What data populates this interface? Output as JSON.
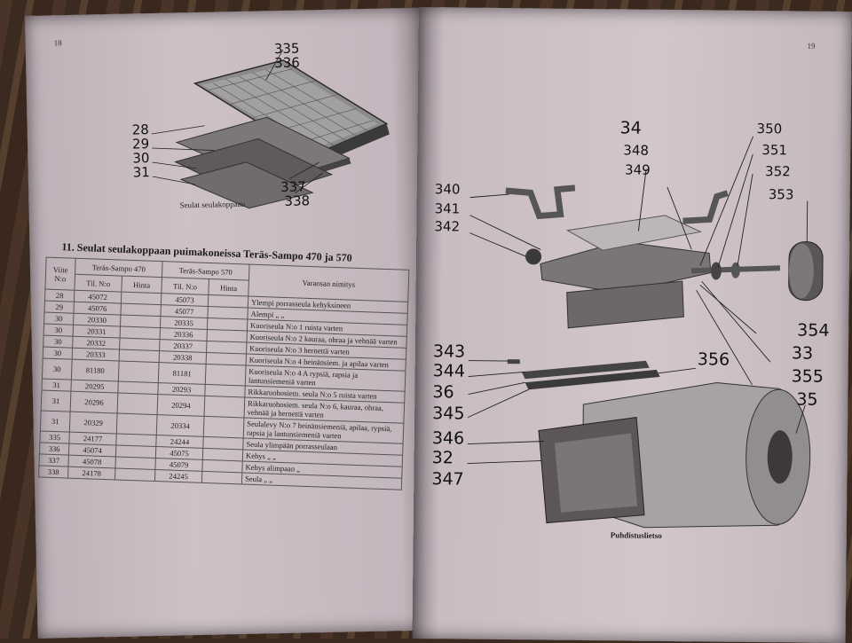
{
  "left_page": {
    "page_number": "18",
    "figure": {
      "caption": "Seulat seulakoppaan",
      "callouts": [
        "335",
        "336",
        "28",
        "29",
        "30",
        "31",
        "337",
        "338"
      ]
    },
    "section_title": "11.  Seulat seulakoppaan puimakoneissa Teräs-Sampo 470 ja 570",
    "table": {
      "headers": {
        "viite": "Viite N:o",
        "ts470": "Teräs-Sampo 470",
        "ts570": "Teräs-Sampo 570",
        "til": "Til. N:o",
        "hinta": "Hinta",
        "nimitys": "Varaosan nimitys"
      },
      "rows": [
        {
          "viite": "28",
          "a": "45072",
          "b": "45073",
          "name": "Ylempi porrasseula kehyksineen"
        },
        {
          "viite": "29",
          "a": "45076",
          "b": "45077",
          "name": "Alempi   „   „"
        },
        {
          "viite": "30",
          "a": "20330",
          "b": "20335",
          "name": "Kuoriseula N:o 1 ruista varten"
        },
        {
          "viite": "30",
          "a": "20331",
          "b": "20336",
          "name": "Kuoriseula N:o 2 kauraa, ohraa ja vehnää varten"
        },
        {
          "viite": "30",
          "a": "20332",
          "b": "20337",
          "name": "Kuoriseula N:o 3 hernettä varten"
        },
        {
          "viite": "30",
          "a": "20333",
          "b": "20338",
          "name": "Kuoriseula N:o 4 heinänsiem. ja apilaa varten"
        },
        {
          "viite": "30",
          "a": "81180",
          "b": "81181",
          "name": "Kuoriseula N:o 4 A rypsiä, rapsia ja lantunsiemeniä varten"
        },
        {
          "viite": "31",
          "a": "20295",
          "b": "20293",
          "name": "Rikkaruohosiem. seula N:o 5 ruista varten"
        },
        {
          "viite": "31",
          "a": "20296",
          "b": "20294",
          "name": "Rikkaruohosiem. seula N:o 6, kauraa, ohraa, vehnää ja hernettä varten"
        },
        {
          "viite": "31",
          "a": "20329",
          "b": "20334",
          "name": "Seulalevy N:o 7 heinänsiemeniä, apilaa, rypsiä, rapsia ja lantunsiemeniä varten"
        },
        {
          "viite": "335",
          "a": "24177",
          "b": "24244",
          "name": "Seula ylimpään porrasseulaan"
        },
        {
          "viite": "336",
          "a": "45074",
          "b": "45075",
          "name": "Kehys   „   „"
        },
        {
          "viite": "337",
          "a": "45078",
          "b": "45079",
          "name": "Kehys alimpaan   „"
        },
        {
          "viite": "338",
          "a": "24178",
          "b": "24245",
          "name": "Seula   „   „"
        }
      ]
    }
  },
  "right_page": {
    "page_number": "19",
    "figure": {
      "caption": "Puhdistuslietso",
      "callouts": [
        "34",
        "348",
        "349",
        "350",
        "351",
        "352",
        "353",
        "340",
        "341",
        "342",
        "354",
        "33",
        "355",
        "343",
        "344",
        "36",
        "345",
        "356",
        "35",
        "346",
        "32",
        "347"
      ]
    }
  }
}
